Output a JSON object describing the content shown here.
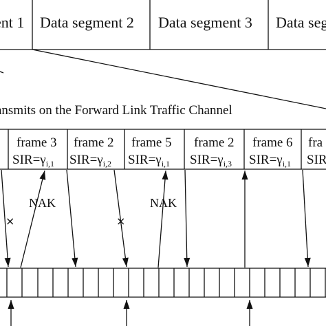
{
  "segments": [
    {
      "label": "ent  1"
    },
    {
      "label": "Data segment  2"
    },
    {
      "label": "Data segment  3"
    },
    {
      "label": "Data seg"
    }
  ],
  "caption": "ansmits on the Forward Link Traffic Channel",
  "frames": [
    {
      "frame": "",
      "sir": "",
      "sub": ""
    },
    {
      "frame": "frame 3",
      "sir": "SIR=γ",
      "sub": "i,1"
    },
    {
      "frame": "frame 2",
      "sir": "SIR=γ",
      "sub": "i,2"
    },
    {
      "frame": "frame 5",
      "sir": "SIR=γ",
      "sub": "i,1"
    },
    {
      "frame": "frame 2",
      "sir": "SIR=γ",
      "sub": "i,3"
    },
    {
      "frame": "frame 6",
      "sir": "SIR=γ",
      "sub": "i,1"
    },
    {
      "frame": "fra",
      "sir": "SIR",
      "sub": ""
    }
  ],
  "nak_labels": [
    "NAK",
    "NAK"
  ],
  "cross_symbol": "×"
}
